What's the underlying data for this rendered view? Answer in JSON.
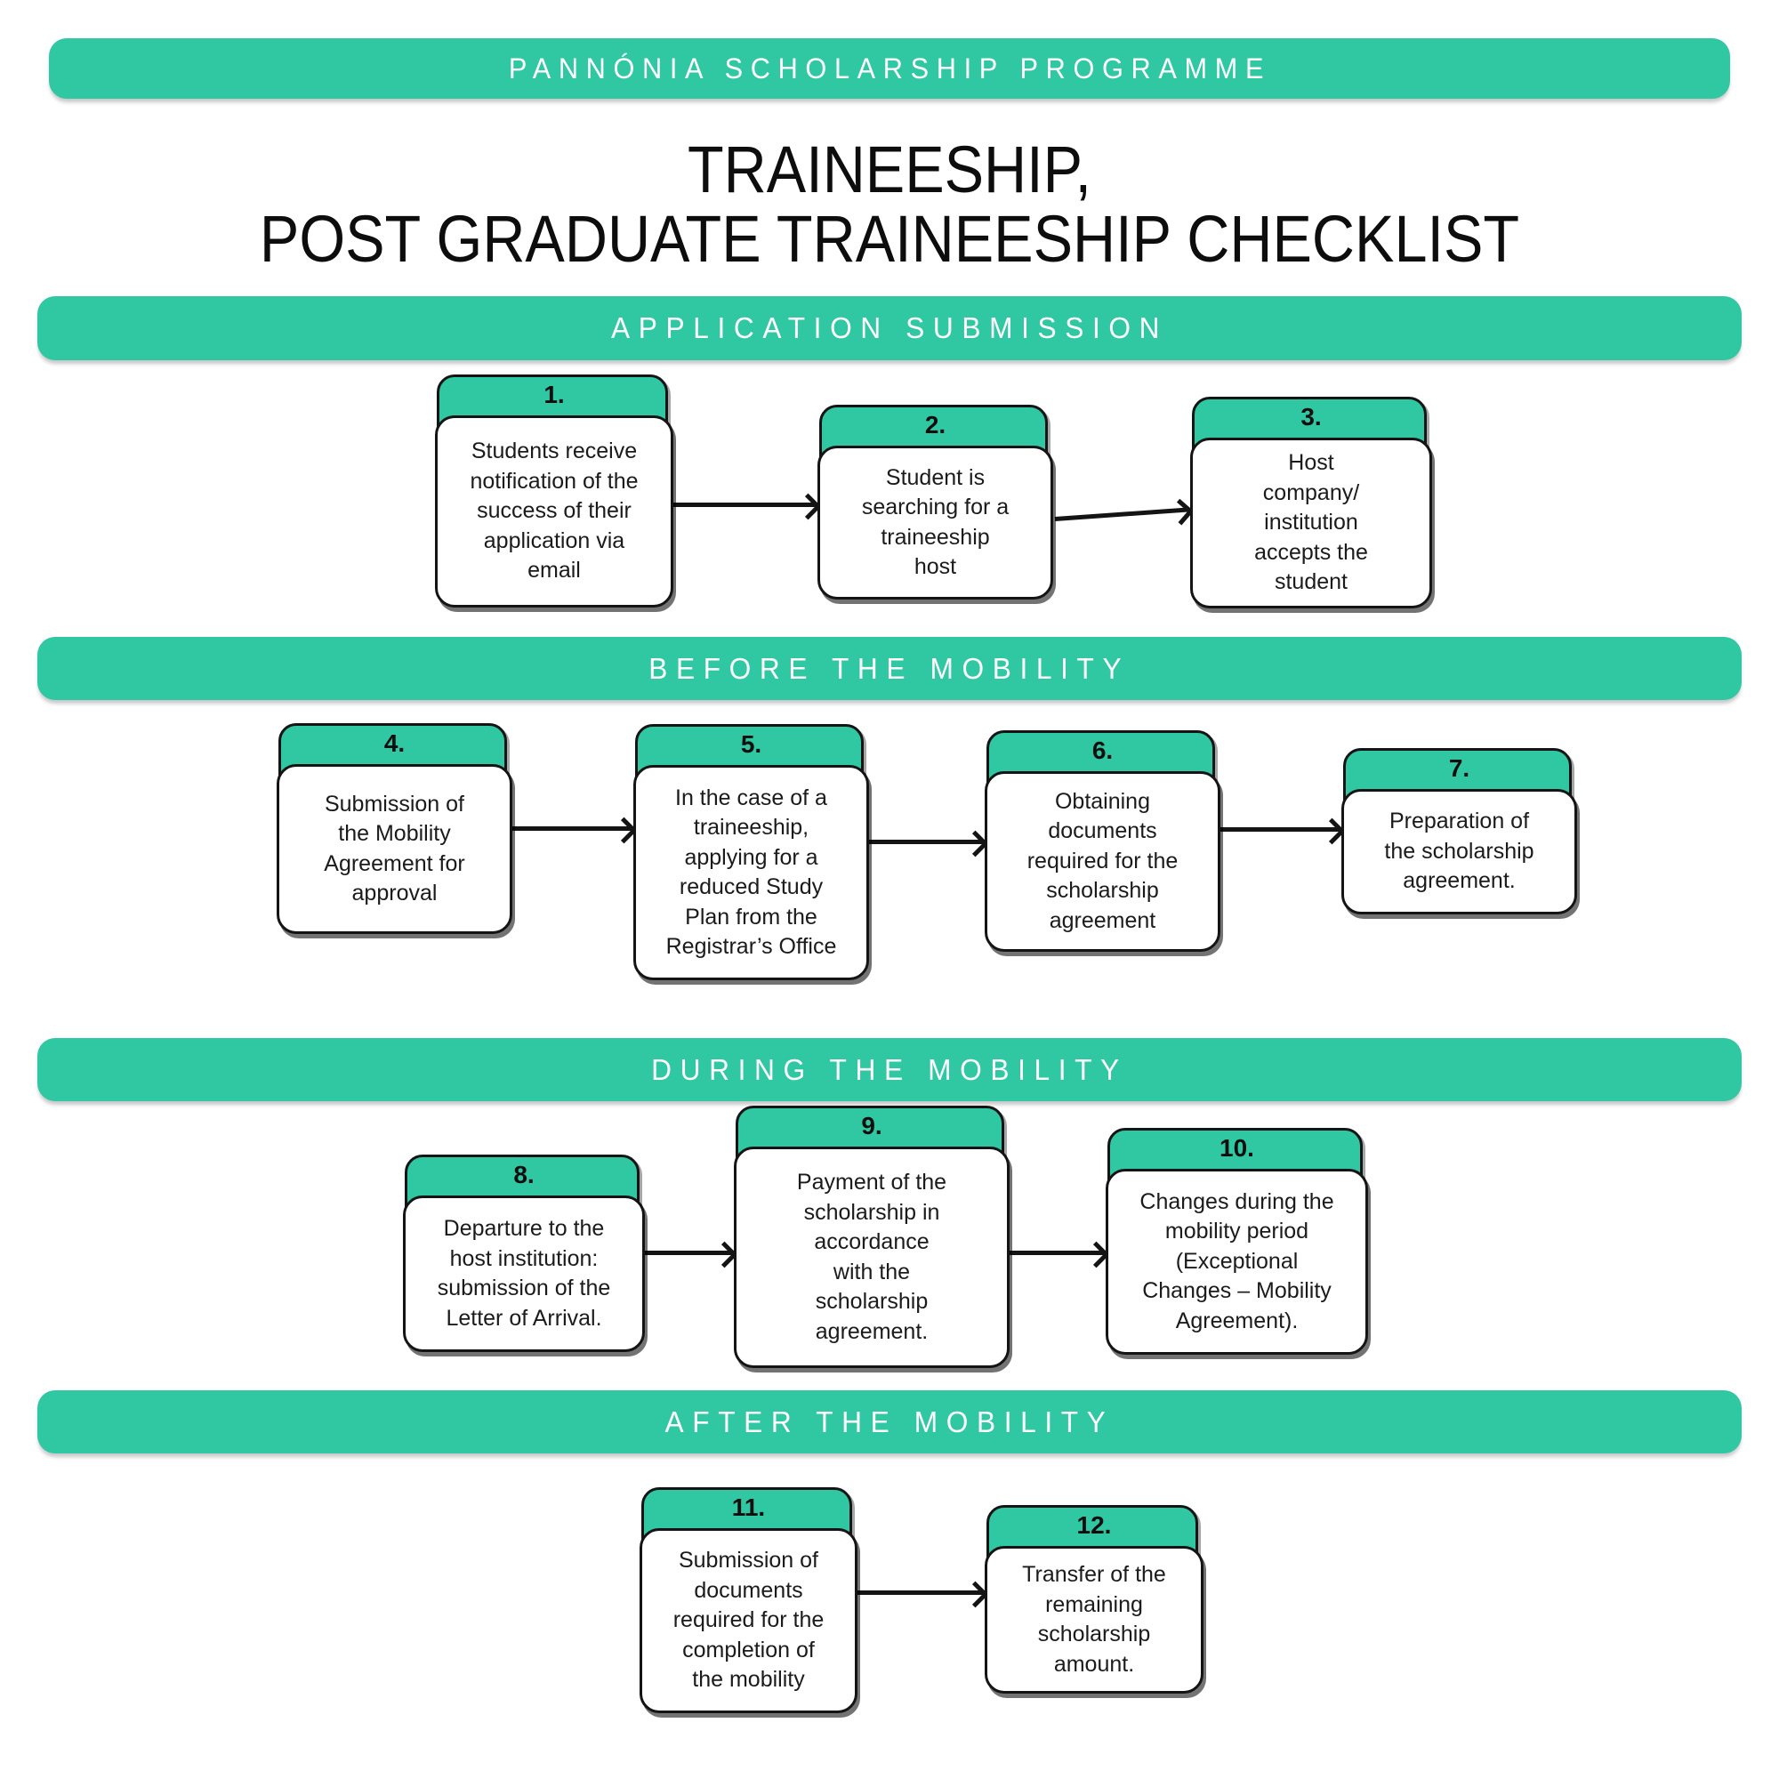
{
  "colors": {
    "teal": "#30C7A3",
    "ink": "#141414",
    "text": "#1b1b1b",
    "banner_text": "#ffffff",
    "page_bg": "#ffffff",
    "card_bg": "#ffffff"
  },
  "header": {
    "program_banner": "PANNÓNIA SCHOLARSHIP PROGRAMME",
    "title_line1": "TRAINEESHIP,",
    "title_line2": "POST GRADUATE TRAINEESHIP CHECKLIST"
  },
  "sections": [
    {
      "banner": "APPLICATION SUBMISSION",
      "steps": [
        {
          "number": "1.",
          "text": "Students receive\nnotification of the\nsuccess of their\napplication via\nemail"
        },
        {
          "number": "2.",
          "text": "Student is\nsearching for a\ntraineeship\nhost"
        },
        {
          "number": "3.",
          "text": "Host\ncompany/\ninstitution\naccepts the\nstudent"
        }
      ]
    },
    {
      "banner": "BEFORE THE MOBILITY",
      "steps": [
        {
          "number": "4.",
          "text": "Submission of\nthe Mobility\nAgreement for\napproval"
        },
        {
          "number": "5.",
          "text": "In the case of a\ntraineeship,\napplying for a\nreduced Study\nPlan from the\nRegistrar’s Office"
        },
        {
          "number": "6.",
          "text": "Obtaining\ndocuments\nrequired for the\nscholarship\nagreement"
        },
        {
          "number": "7.",
          "text": "Preparation of\nthe scholarship\nagreement."
        }
      ]
    },
    {
      "banner": "DURING THE MOBILITY",
      "steps": [
        {
          "number": "8.",
          "text": "Departure to the\nhost institution:\nsubmission of the\nLetter of Arrival."
        },
        {
          "number": "9.",
          "text": "Payment of the\nscholarship in\naccordance\nwith the\nscholarship\nagreement."
        },
        {
          "number": "10.",
          "text": "Changes during the\nmobility period\n(Exceptional\nChanges – Mobility\nAgreement)."
        }
      ]
    },
    {
      "banner": "AFTER THE MOBILITY",
      "steps": [
        {
          "number": "11.",
          "text": "Submission of\ndocuments\nrequired for the\ncompletion of\nthe mobility"
        },
        {
          "number": "12.",
          "text": "Transfer of the\nremaining\nscholarship\namount."
        }
      ]
    }
  ]
}
